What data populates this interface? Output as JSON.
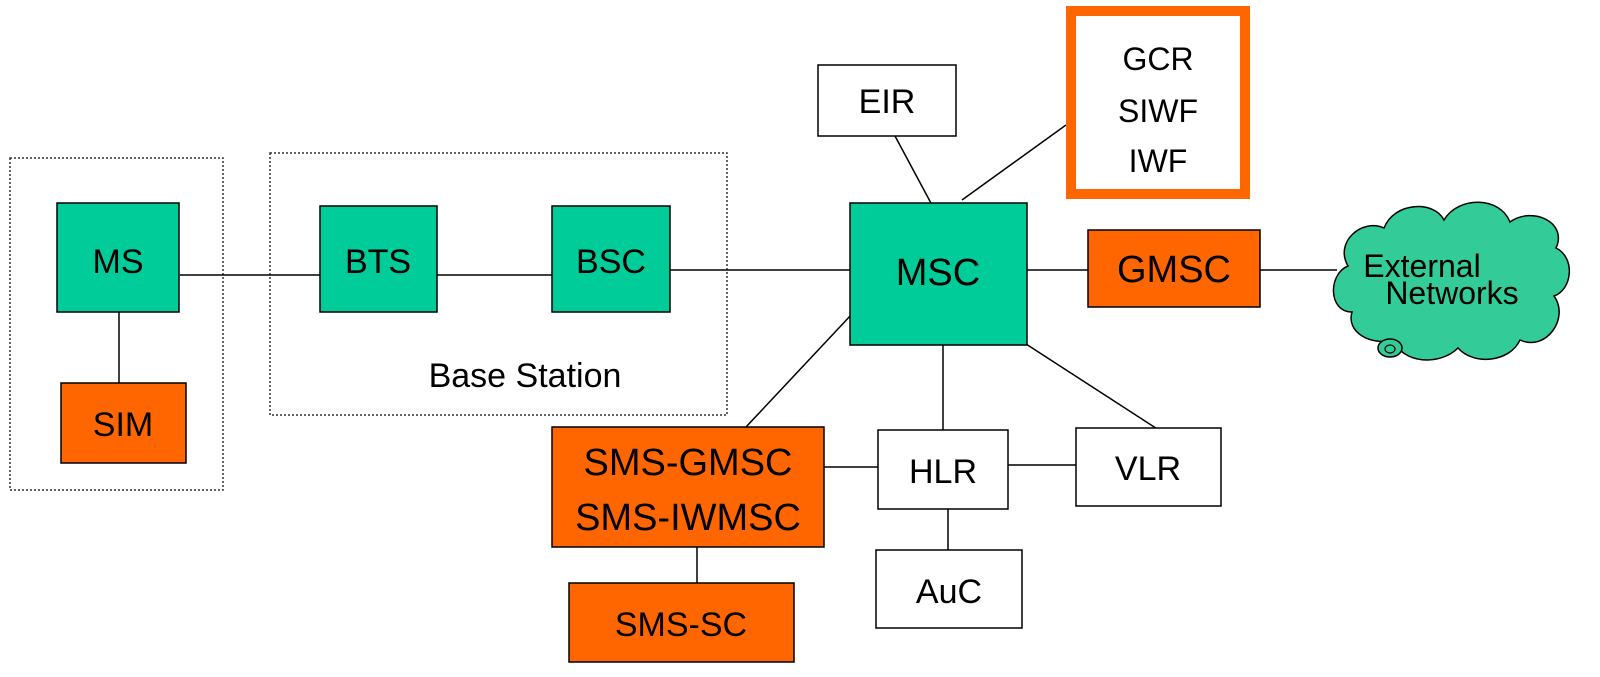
{
  "colors": {
    "teal": "#00cc99",
    "orange": "#ff6600",
    "cloud": "#33cc99",
    "white": "#ffffff",
    "line": "#000000"
  },
  "nodes": {
    "ms": "MS",
    "sim": "SIM",
    "bts": "BTS",
    "bsc": "BSC",
    "msc": "MSC",
    "eir": "EIR",
    "gcr": [
      "GCR",
      "SIWF",
      "IWF"
    ],
    "gmsc": "GMSC",
    "sms_gateway": [
      "SMS-GMSC",
      "SMS-IWMSC"
    ],
    "hlr": "HLR",
    "vlr": "VLR",
    "auc": "AuC",
    "sms_sc": "SMS-SC"
  },
  "groups": {
    "base_station_label": "Base Station"
  },
  "external": [
    "External",
    "Networks"
  ]
}
